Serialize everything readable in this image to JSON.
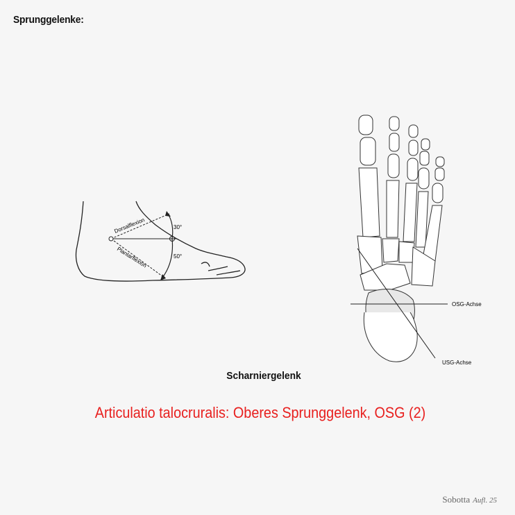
{
  "heading": "Sprunggelenke:",
  "ankle_figure": {
    "label_dorsal": "Dorsalflexion",
    "label_plantar": "Plantarflexion",
    "angle_dorsal": "30°",
    "angle_plantar": "50°"
  },
  "foot_figure": {
    "label_osg": "OSG-Achse",
    "label_usg": "USG-Achse"
  },
  "caption": "Scharniergelenk",
  "title": "Articulatio talocruralis: Oberes Sprunggelenk, OSG (2)",
  "footer": {
    "source": "Sobotta",
    "edition": "Aufl. 25"
  }
}
